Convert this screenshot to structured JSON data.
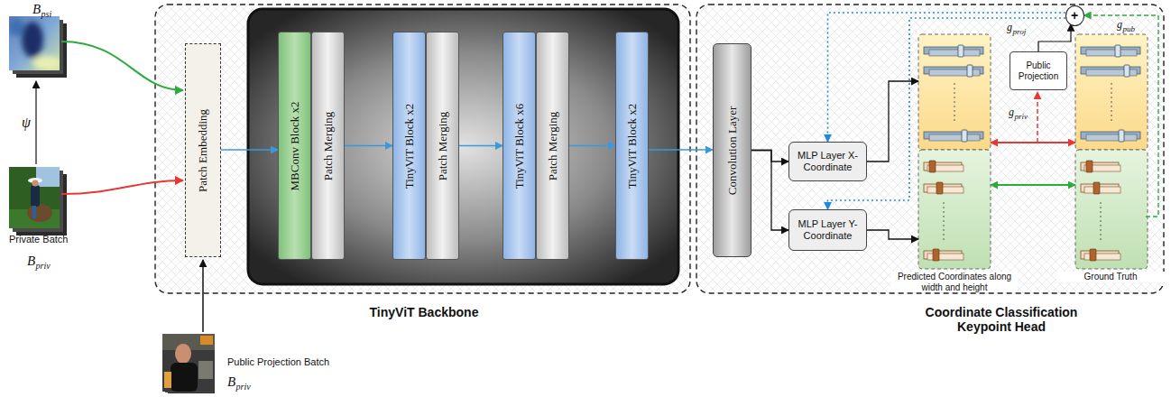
{
  "diagram": {
    "nodes": [
      {
        "text": [
          "TinyViT Backbone"
        ]
      },
      {
        "text": [
          "Patch Embedding"
        ],
        "in": 0
      },
      {
        "text": [
          "MBConv Block x2"
        ],
        "in": 0
      },
      {
        "text": [
          "Patch Merging"
        ],
        "in": 0
      },
      {
        "text": [
          "TinyViT Block x2"
        ],
        "in": 0
      },
      {
        "text": [
          "Patch Merging"
        ],
        "in": 0
      },
      {
        "text": [
          "TinyViT Block x6"
        ],
        "in": 0
      },
      {
        "text": [
          "Patch Merging"
        ],
        "in": 0
      },
      {
        "text": [
          "TinyViT Block x2"
        ],
        "in": 0
      },
      {
        "text": [
          "Coordinate Classification Keypoint Head"
        ]
      },
      {
        "text": [
          "Convolution Layer"
        ],
        "in": 9
      },
      {
        "text": [
          "MLP Layer X-Coordinate"
        ],
        "in": 9
      },
      {
        "text": [
          "MLP Layer Y-Coordinate"
        ],
        "in": 9
      },
      {
        "text": [
          "Predicted Coordinates along width and height"
        ],
        "in": 9
      },
      {
        "text": [
          "Public Projection"
        ],
        "in": 9
      },
      {
        "text": [
          "Ground Truth"
        ],
        "in": 9
      },
      {
        "text": [
          "+"
        ],
        "in": 9
      }
    ],
    "edges": [
      {
        "from": 1,
        "to": 2,
        "arrow": "to"
      },
      {
        "from": 3,
        "to": 4,
        "arrow": "to"
      },
      {
        "from": 5,
        "to": 6,
        "arrow": "to"
      },
      {
        "from": 7,
        "to": 8,
        "arrow": "to"
      },
      {
        "from": 8,
        "to": 10,
        "arrow": "to"
      },
      {
        "from": 10,
        "to": 11,
        "arrow": "to"
      },
      {
        "from": 10,
        "to": 12,
        "arrow": "to"
      },
      {
        "from": 11,
        "to": 13,
        "arrow": "to"
      },
      {
        "from": 12,
        "to": 13,
        "arrow": "to"
      },
      {
        "from": 13,
        "to": 15,
        "arrow": "both"
      },
      {
        "from": 13,
        "to": 15,
        "arrow": "both"
      },
      {
        "from": 14,
        "to": 16,
        "arrow": "to"
      },
      {
        "from": 15,
        "to": 16,
        "arrow": "to"
      },
      {
        "from": 16,
        "to": 11,
        "arrow": "to"
      },
      {
        "from": 16,
        "to": 12,
        "arrow": "to"
      }
    ],
    "labels": [
      "B",
      "psi",
      "ψ",
      "Private Batch",
      "B",
      "priv",
      "Public Projection Batch",
      "B",
      "priv",
      "g",
      "proj",
      "g",
      "pub",
      "g",
      "priv"
    ]
  }
}
